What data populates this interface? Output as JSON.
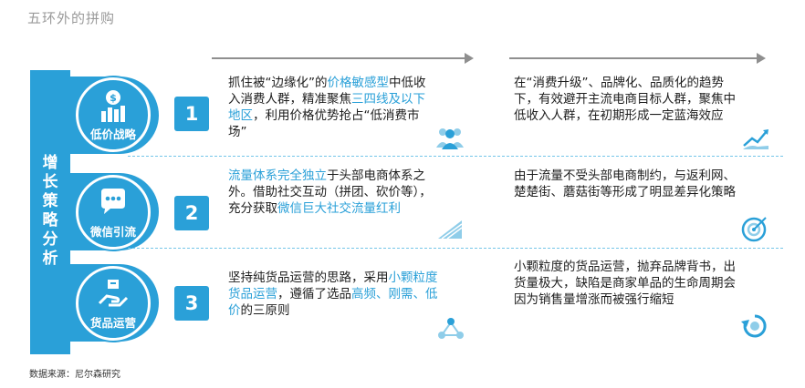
{
  "page": {
    "title": "五环外的拼购"
  },
  "sidebar": {
    "chars": [
      "增",
      "长",
      "策",
      "略",
      "分",
      "析"
    ]
  },
  "rows": [
    {
      "badge_label": "低价战略",
      "badge_icon": "price-chart-icon",
      "number": "1",
      "left_segments": [
        {
          "t": "抓住被“边缘化”的"
        },
        {
          "t": "价格敏感型",
          "hl": true
        },
        {
          "t": "中低收入消费人群，精准聚焦"
        },
        {
          "t": "三四线及以下地区",
          "hl": true
        },
        {
          "t": "，利用价格优势抢占“低消费市场”"
        }
      ],
      "left_icon": "people-group-icon",
      "right_text": "在“消费升级”、品牌化、品质化的趋势下，有效避开主流电商目标人群，聚焦中低收入人群，在初期形成一定蓝海效应",
      "right_icon": "growth-hand-icon"
    },
    {
      "badge_label": "微信引流",
      "badge_icon": "chat-bubble-icon",
      "number": "2",
      "left_segments": [
        {
          "t": "流量体系完全独立",
          "hl": true
        },
        {
          "t": "于头部电商体系之外。借助社交互动（拼团、砍价等），充分获取"
        },
        {
          "t": "微信巨大社交流量红利",
          "hl": true
        }
      ],
      "left_icon": "rising-ramp-icon",
      "right_text": "由于流量不受头部电商制约，与返利网、楚楚街、蘑菇街等形成了明显差异化策略",
      "right_icon": "target-icon"
    },
    {
      "badge_label": "货品运营",
      "badge_icon": "goods-hand-icon",
      "number": "3",
      "left_segments": [
        {
          "t": "坚持纯货品运营的思路，采用"
        },
        {
          "t": "小颗粒度货品运营",
          "hl": true
        },
        {
          "t": "，遵循了选品"
        },
        {
          "t": "高频、刚需、低价",
          "hl": true
        },
        {
          "t": "的三原则"
        }
      ],
      "left_icon": "network-nodes-icon",
      "right_text": "小颗粒度的货品运营，抛弃品牌背书，出货量极大，缺陷是商家单品的生命周期会因为销售量增涨而被强行缩短",
      "right_icon": "refresh-cycle-icon"
    }
  ],
  "footer": {
    "source": "数据来源：尼尔森研究"
  },
  "colors": {
    "accent": "#2aa0d8",
    "arrow": "#8f8f8f",
    "text": "#1d1d1d"
  }
}
